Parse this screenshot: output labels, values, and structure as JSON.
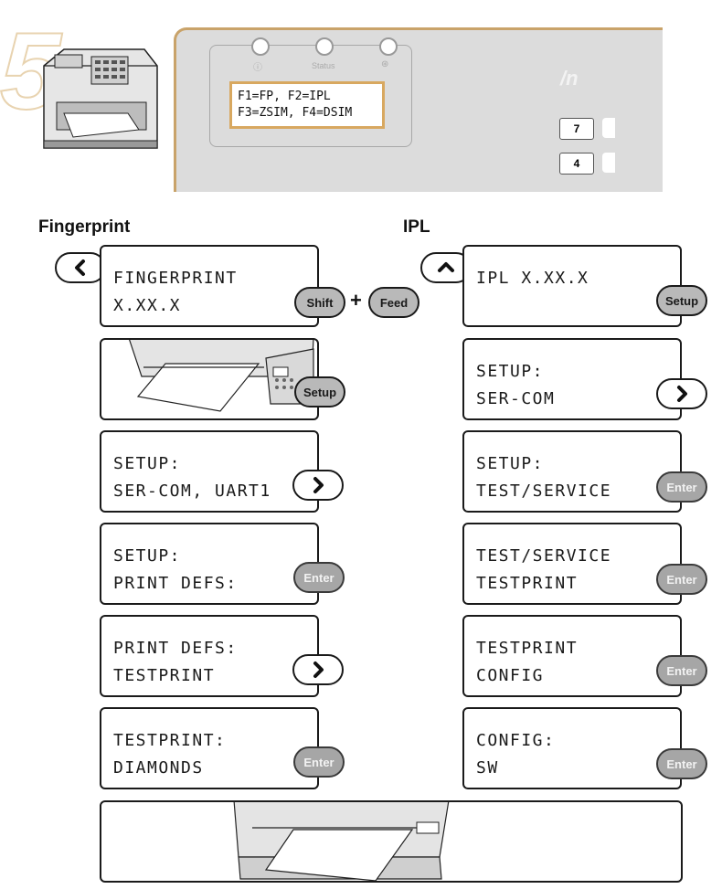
{
  "header": {
    "step_number": "5",
    "panel": {
      "leds": [
        "power",
        "status",
        "error"
      ],
      "led_status_label": "Status",
      "display_line1": "F1=FP, F2=IPL",
      "display_line2": "F3=ZSIM, F4=DSIM",
      "keys": [
        "7",
        "4"
      ]
    }
  },
  "fingerprint": {
    "label": "Fingerprint",
    "screens": [
      {
        "line1": "FINGERPRINT",
        "line2": "X.XX.X"
      },
      {
        "line1": "SETUP:",
        "line2": "SER-COM, UART1"
      },
      {
        "line1": "SETUP:",
        "line2": "PRINT DEFS:"
      },
      {
        "line1": "PRINT DEFS:",
        "line2": "TESTPRINT"
      },
      {
        "line1": "TESTPRINT:",
        "line2": "DIAMONDS"
      }
    ],
    "keys": {
      "back": "left-arrow",
      "shift": "Shift",
      "plus": "+",
      "feed": "Feed",
      "setup": "Setup",
      "enter": "Enter"
    }
  },
  "ipl": {
    "label": "IPL",
    "screens": [
      {
        "line1": "IPL X.XX.X",
        "line2": ""
      },
      {
        "line1": "SETUP:",
        "line2": "SER-COM"
      },
      {
        "line1": "SETUP:",
        "line2": "TEST/SERVICE"
      },
      {
        "line1": "TEST/SERVICE",
        "line2": "TESTPRINT"
      },
      {
        "line1": "TESTPRINT",
        "line2": "CONFIG"
      },
      {
        "line1": "CONFIG:",
        "line2": "SW"
      }
    ],
    "keys": {
      "up": "up-arrow",
      "setup": "Setup",
      "enter": "Enter"
    }
  }
}
